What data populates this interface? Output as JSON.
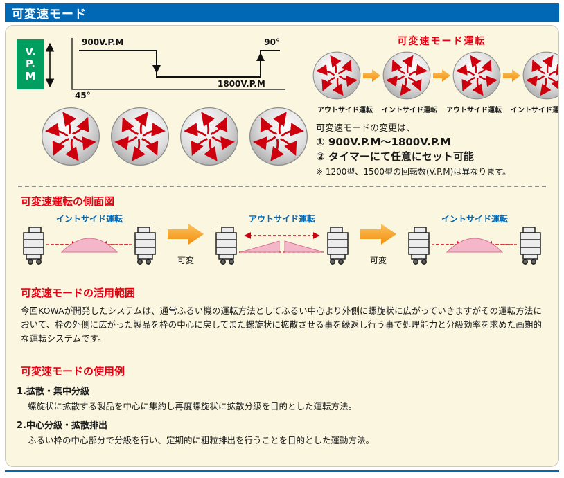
{
  "header": {
    "title": "可変速モード"
  },
  "colors": {
    "header_blue": "#0068b5",
    "background_cream": "#faf6e0",
    "heading_red": "#e60012",
    "label_blue": "#0068b5",
    "vpm_green": "#009e5f",
    "arrow_orange": "#f59e1b",
    "swirl_red": "#cf000e",
    "mound_pink": "#f3b7c9"
  },
  "graph": {
    "vpm_lines": [
      "V.",
      "P.",
      "M"
    ],
    "top_left": "900V.P.M",
    "bottom_left": "45°",
    "top_right": "90°",
    "bottom_right": "1800V.P.M"
  },
  "mode_section": {
    "title": "可変速モード運転",
    "circle_labels": [
      "アウトサイド運転",
      "イントサイド運転",
      "アウトサイド運転",
      "イントサイド運転"
    ],
    "notes": [
      "可変速モードの変更は、",
      "① 900V.P.M〜1800V.P.M",
      "② タイマーにて任意にセット可能",
      "※ 1200型、1500型の回転数(V.P.M)は異なります。"
    ]
  },
  "side_view": {
    "heading": "可変速運転の側面図",
    "labels": [
      "イントサイド運転",
      "アウトサイド運転",
      "イントサイド運転"
    ],
    "arrow_label": "可変"
  },
  "range_section": {
    "heading": "可変速モードの活用範囲",
    "body": "今回KOWAが開発したシステムは、通常ふるい機の運転方法としてふるい中心より外側に螺旋状に広がっていきますがその運転方法において、枠の外側に広がった製品を枠の中心に戻してまた螺旋状に拡散させる事を繰返し行う事で処理能力と分級効率を求めた画期的な運転システムです。",
    "heading_usage": "可変速モードの使用例"
  },
  "usage_section": {
    "heading": "可変速モードの使用例",
    "items": [
      {
        "title": "1.拡散・集中分級",
        "desc": "螺旋状に拡散する製品を中心に集約し再度螺旋状に拡散分級を目的とした運転方法。"
      },
      {
        "title": "2.中心分級・拡散排出",
        "desc": "ふるい枠の中心部分で分級を行い、定期的に粗粒排出を行うことを目的とした運動方法。"
      }
    ]
  }
}
